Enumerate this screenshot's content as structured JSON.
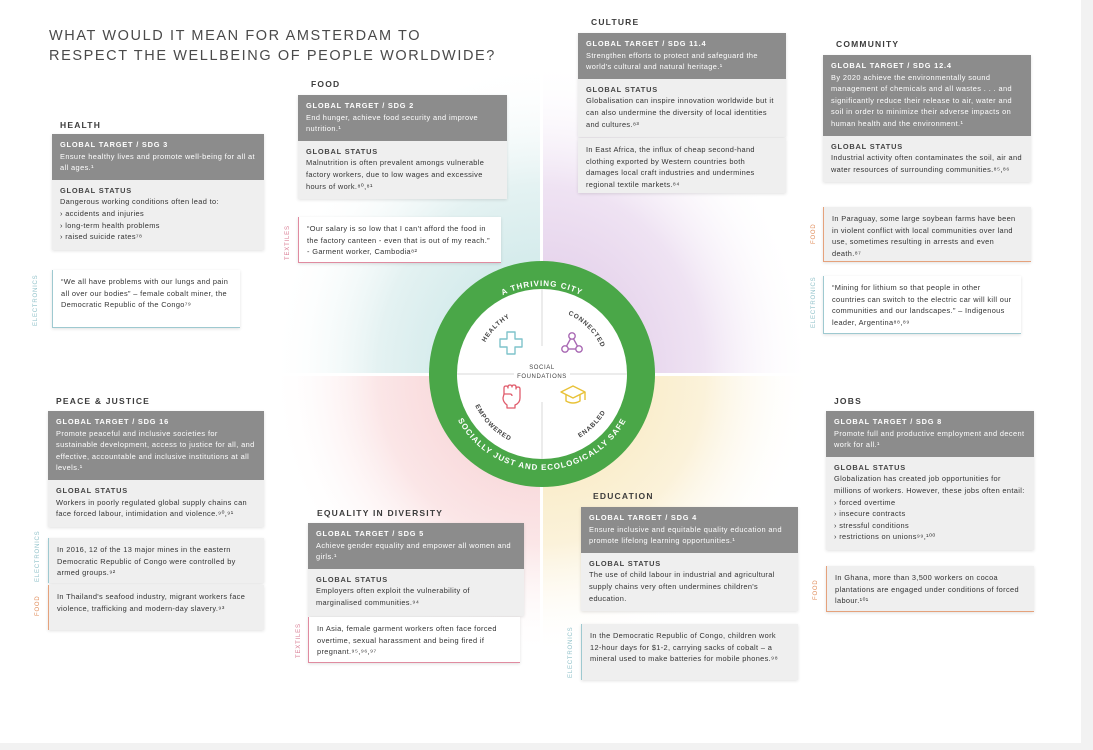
{
  "title": {
    "line1": "WHAT WOULD IT MEAN FOR AMSTERDAM TO",
    "line2": "RESPECT THE WELLBEING OF PEOPLE WORLDWIDE?"
  },
  "wheel": {
    "outer_top": "A THRIVING CITY",
    "outer_bottom": "SOCIALLY JUST AND ECOLOGICALLY SAFE",
    "center_line1": "SOCIAL",
    "center_line2": "FOUNDATIONS",
    "q_healthy": "HEALTHY",
    "q_connected": "CONNECTED",
    "q_empowered": "EMPOWERED",
    "q_enabled": "ENABLED",
    "colors": {
      "ring": "#4aa748",
      "healthy": "#7fc3cb",
      "connected": "#a868b3",
      "empowered": "#e05c6c",
      "enabled": "#e8c238"
    }
  },
  "labels": {
    "global_target": "GLOBAL TARGET",
    "global_status": "GLOBAL STATUS"
  },
  "health": {
    "title": "HEALTH",
    "target_head": "GLOBAL TARGET / SDG 3",
    "target_text": "Ensure healthy lives and promote well-being for all at all ages.¹",
    "status_head": "GLOBAL STATUS",
    "status_text": "Dangerous working conditions often lead to:",
    "status_items": [
      "accidents and injuries",
      "long-term health problems",
      "raised suicide rates⁷⁸"
    ],
    "example_tag": "ELECTRONICS",
    "example_text": "“We all have problems with our lungs and pain all over our bodies” – female cobalt miner, the Democratic Republic of the Congo⁷⁹"
  },
  "food": {
    "title": "FOOD",
    "target_head": "GLOBAL TARGET / SDG 2",
    "target_text": "End hunger, achieve food security and improve nutrition.¹",
    "status_head": "GLOBAL STATUS",
    "status_text": "Malnutrition is often prevalent amongs vulnerable factory workers, due to low wages and excessive hours of work.⁸⁰,⁸¹",
    "example_tag": "TEXTILES",
    "example_text": "“Our salary is so low that I can't afford the food in the factory canteen - even that is out of my reach.” - Garment worker, Cambodia⁸²"
  },
  "culture": {
    "title": "CULTURE",
    "target_head": "GLOBAL TARGET / SDG 11.4",
    "target_text": "Strengthen efforts to protect and safeguard the world's cultural and natural heritage.¹",
    "status_head": "GLOBAL STATUS",
    "status_text": "Globalisation can inspire innovation worldwide but it can also undermine the diversity of local identities and cultures.⁸³",
    "example_text": "In East Africa, the influx of cheap second-hand clothing exported by Western countries both damages local craft industries and undermines regional textile markets.⁸⁴"
  },
  "community": {
    "title": "COMMUNITY",
    "target_head": "GLOBAL TARGET / SDG 12.4",
    "target_text": "By 2020 achieve the environmentally sound management of chemicals and all wastes . . . and significantly reduce their release to air, water and soil in order to minimize their adverse impacts on human health and the environment.¹",
    "status_head": "GLOBAL STATUS",
    "status_text": "Industrial activity often contaminates the soil, air and water resources of surrounding communities.⁸⁵,⁸⁶",
    "example1_tag": "FOOD",
    "example1_text": "In Paraguay, some large soybean farms have been in violent conflict with local communities over land use, sometimes resulting in arrests and even death.⁸⁷",
    "example2_tag": "ELECTRONICS",
    "example2_text": "“Mining for lithium so that people in other countries can switch to the electric car will kill our communities and our landscapes.” – Indigenous leader, Argentina⁸⁸,⁸⁹"
  },
  "peace": {
    "title": "PEACE & JUSTICE",
    "target_head": "GLOBAL TARGET / SDG 16",
    "target_text": "Promote peaceful and inclusive societies for sustainable development, access to justice for all, and effective, accountable and inclusive institutions at all levels.¹",
    "status_head": "GLOBAL STATUS",
    "status_text": "Workers in poorly regulated global supply chains can face forced labour, intimidation and violence.⁹⁰,⁹¹",
    "example1_tag": "ELECTRONICS",
    "example1_text": "In 2016, 12 of the 13 major mines in the eastern Democratic Republic of Congo were controlled by armed groups.⁹²",
    "example2_tag": "FOOD",
    "example2_text": "In Thailand's seafood industry, migrant workers face violence, trafficking and modern-day slavery.⁹³"
  },
  "equality": {
    "title": "EQUALITY IN DIVERSITY",
    "target_head": "GLOBAL TARGET / SDG 5",
    "target_text": "Achieve gender equality and empower all women and girls.¹",
    "status_head": "GLOBAL STATUS",
    "status_text": "Employers often exploit the vulnerability of marginalised communities.⁹⁴",
    "example_tag": "TEXTILES",
    "example_text": "In Asia, female garment workers often face forced overtime, sexual harassment and being fired if pregnant.⁹⁵,⁹⁶,⁹⁷"
  },
  "education": {
    "title": "EDUCATION",
    "target_head": "GLOBAL TARGET / SDG 4",
    "target_text": "Ensure inclusive and equitable quality education and promote lifelong learning opportunities.¹",
    "status_head": "GLOBAL STATUS",
    "status_text": "The use of child labour in industrial and agricultural supply chains very often undermines children's education.",
    "example_tag": "ELECTRONICS",
    "example_text": "In the Democratic Republic of Congo, children work 12-hour days for $1-2, carrying sacks of cobalt – a mineral used to make batteries for mobile phones.⁹⁸"
  },
  "jobs": {
    "title": "JOBS",
    "target_head": "GLOBAL TARGET / SDG 8",
    "target_text": "Promote full and productive employment and decent work for all.¹",
    "status_head": "GLOBAL STATUS",
    "status_text": "Globalization has created job opportunities for millions of workers. However, these jobs often entail:",
    "status_items": [
      "forced overtime",
      "insecure contracts",
      "stressful conditions",
      "restrictions on unions⁹⁹,¹⁰⁰"
    ],
    "example_tag": "FOOD",
    "example_text": "In Ghana, more than 3,500 workers on cocoa plantations are engaged under conditions of forced labour.¹⁰¹"
  }
}
